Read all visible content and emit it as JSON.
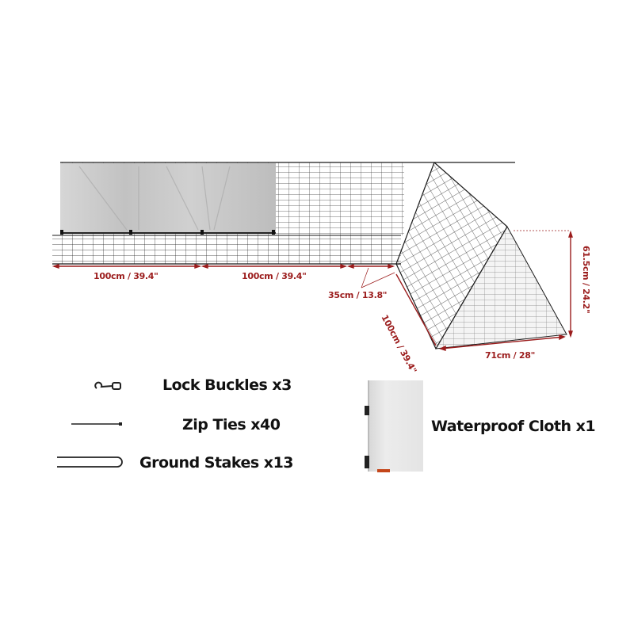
{
  "diagram": {
    "subject": "Outdoor pet playpen with waterproof cover",
    "colors": {
      "dimension": "#9b1c1c",
      "wire": "#1a1a1a",
      "cover": "#c9c9c9",
      "background": "#ffffff",
      "label": "#111111"
    },
    "dimensions": {
      "panel1_width": "100cm / 39.4\"",
      "panel2_width": "100cm / 39.4\"",
      "connector_width": "35cm / 13.8\"",
      "tunnel_length": "100cm / 39.4\"",
      "tunnel_width": "71cm / 28\"",
      "tunnel_height": "61.5cm / 24.2\""
    },
    "accessories": [
      {
        "name": "lock-buckles",
        "label": "Lock Buckles x3",
        "icon": "buckle-icon"
      },
      {
        "name": "zip-ties",
        "label": "Zip Ties x40",
        "icon": "zip-tie-icon"
      },
      {
        "name": "ground-stakes",
        "label": "Ground Stakes x13",
        "icon": "stake-icon"
      },
      {
        "name": "waterproof-cloth",
        "label": "Waterproof Cloth x1",
        "icon": "folded-cloth-icon"
      }
    ]
  }
}
